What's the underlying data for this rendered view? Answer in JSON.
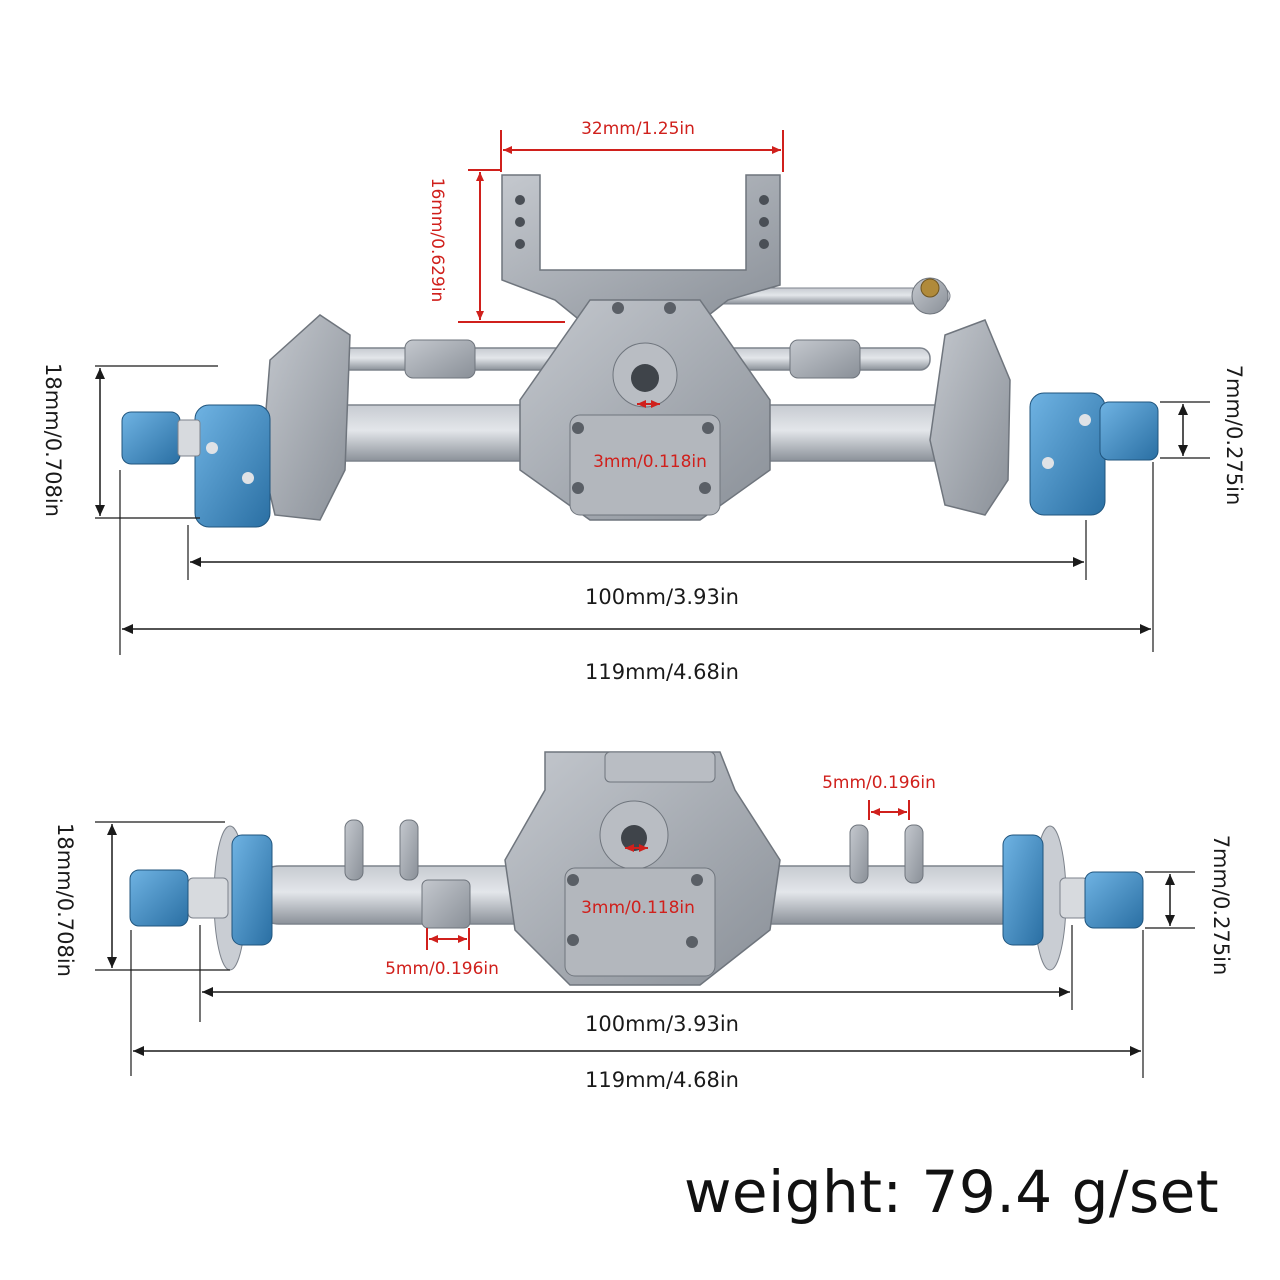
{
  "front_axle": {
    "mount_width": "32mm/1.25in",
    "mount_height": "16mm/0.629in",
    "hub_height": "18mm/0.708in",
    "hex_height": "7mm/0.275in",
    "diff_hole": "3mm/0.118in",
    "hub_span": "100mm/3.93in",
    "total_width": "119mm/4.68in"
  },
  "rear_axle": {
    "hub_height": "18mm/0.708in",
    "hex_height": "7mm/0.275in",
    "bracket_gap_right": "5mm/0.196in",
    "bracket_gap_left": "5mm/0.196in",
    "diff_hole": "3mm/0.118in",
    "hub_span": "100mm/3.93in",
    "total_width": "119mm/4.68in"
  },
  "weight": "weight: 79.4 g/set",
  "colors": {
    "metal": "#a3a8b0",
    "metal_dark": "#7d838c",
    "metal_light": "#c9cdd3",
    "hub_blue": "#3f8fc9",
    "hub_blue_dark": "#2a6fa3",
    "dimension_red": "#d0201c",
    "dimension_black": "#1a1a1a"
  }
}
